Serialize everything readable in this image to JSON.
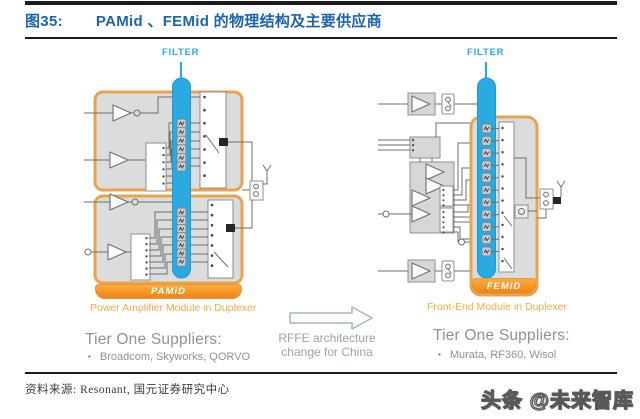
{
  "header": {
    "figure_label": "图35:",
    "figure_title": "PAMid 、FEMid 的物理结构及主要供应商"
  },
  "diagram_left": {
    "filter_label": "FILTER",
    "banner": "PAMiD",
    "caption": "Power Amplifier Module in Duplexer",
    "suppliers_title": "Tier One Suppliers:",
    "bullet": "▪",
    "suppliers": "Broadcom, Skyworks, QORVO"
  },
  "diagram_right": {
    "filter_label": "FILTER",
    "banner": "FEMiD",
    "caption": "Front-End Module in Duplexer",
    "suppliers_title": "Tier One Suppliers:",
    "bullet": "▪",
    "suppliers": "Murata, RF360, Wisol"
  },
  "transition": {
    "line1": "RFFE architecture",
    "line2": "change for China"
  },
  "footer": {
    "source": "资料来源: Resonant,  国元证券研究中心",
    "watermark": "头条 @未来智库"
  },
  "colors": {
    "title_blue": "#1c63ae",
    "filter_blue": "#29abe2",
    "module_border_orange": "#eca24d",
    "banner_orange": "#f28a1c",
    "caption_orange": "#f9a847",
    "supplier_gray": "#8e9297"
  }
}
